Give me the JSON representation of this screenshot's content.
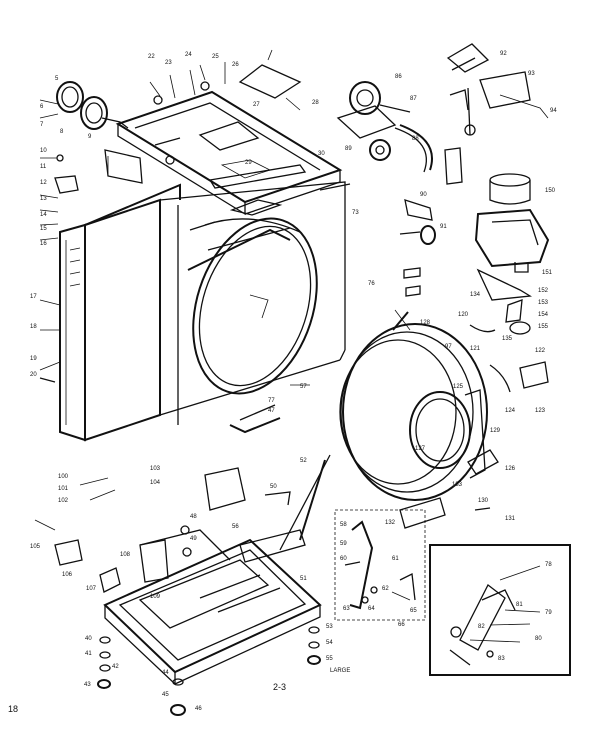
{
  "diagram": {
    "page_marker": "2-3",
    "corner_mark": "18",
    "drawing_code": "LARGE",
    "callouts": {
      "top_left": [
        "5",
        "6",
        "7",
        "8",
        "9",
        "10",
        "11",
        "12",
        "13",
        "14",
        "15",
        "16",
        "17",
        "18",
        "19",
        "20"
      ],
      "cabinet_top": [
        "22",
        "23",
        "24",
        "25",
        "26",
        "27",
        "28",
        "29",
        "30"
      ],
      "drum": [
        "57",
        "73",
        "76",
        "77"
      ],
      "motor_assembly": [
        "86",
        "87",
        "88",
        "89",
        "90",
        "91",
        "92",
        "93",
        "94"
      ],
      "duct": [
        "150",
        "151",
        "152",
        "153",
        "154",
        "155"
      ],
      "front_panel": [
        "97",
        "120",
        "121",
        "122",
        "123",
        "124",
        "125",
        "126",
        "127",
        "128",
        "129",
        "130",
        "131",
        "132",
        "133",
        "134",
        "135"
      ],
      "base": [
        "40",
        "41",
        "42",
        "43",
        "44",
        "45",
        "46",
        "47",
        "48",
        "49",
        "50",
        "51",
        "52",
        "53",
        "54",
        "55",
        "56"
      ],
      "motor_inset": [
        "58",
        "59",
        "60",
        "61",
        "62",
        "63",
        "64",
        "65",
        "66"
      ],
      "detail_inset": [
        "78",
        "79",
        "80",
        "81",
        "82",
        "83"
      ],
      "bottom_left": [
        "100",
        "101",
        "102",
        "103",
        "104",
        "105",
        "106",
        "107",
        "108",
        "109"
      ]
    }
  }
}
